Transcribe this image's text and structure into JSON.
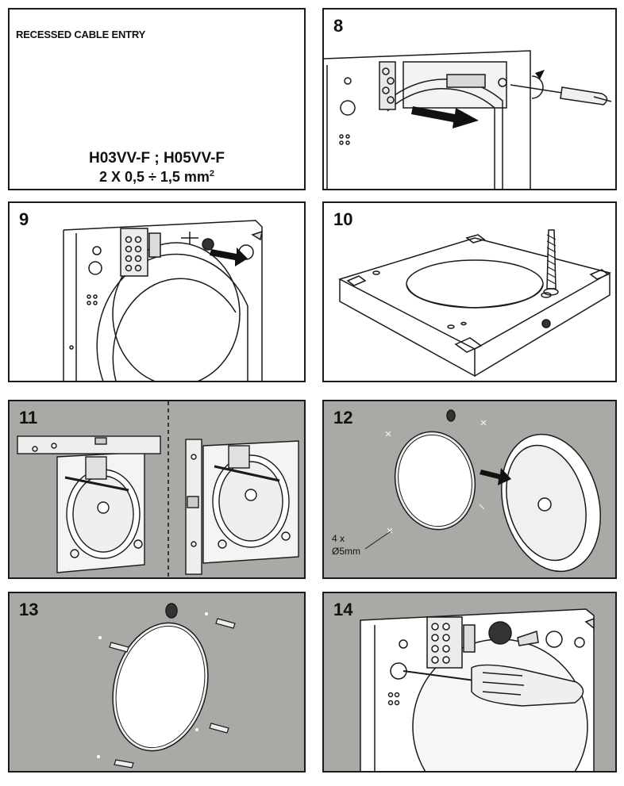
{
  "panels": {
    "p7": {
      "title": "RECESSED CABLE ENTRY",
      "cable_types": "H03VV-F ; H05VV-F",
      "cable_section": "2 X 0,5 ÷ 1,5 mm",
      "cable_section_sup": "2"
    },
    "p8": {
      "step": "8"
    },
    "p9": {
      "step": "9"
    },
    "p10": {
      "step": "10"
    },
    "p11": {
      "step": "11"
    },
    "p12": {
      "step": "12",
      "count": "4 x",
      "drill": "Ø5mm"
    },
    "p13": {
      "step": "13"
    },
    "p14": {
      "step": "14"
    }
  },
  "colors": {
    "wall": "#a9a9a6",
    "border": "#1a1a1a",
    "arrow": "#111111"
  }
}
